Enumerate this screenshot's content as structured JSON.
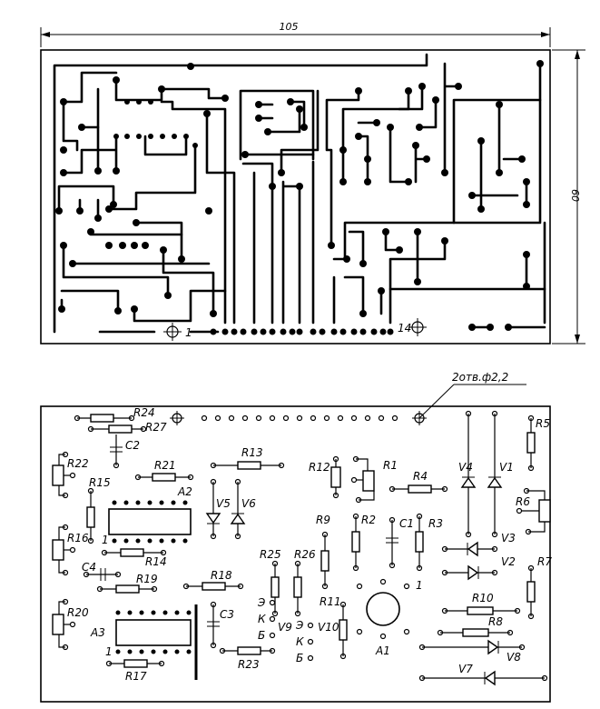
{
  "board": {
    "width_dim": "105",
    "height_dim": "60",
    "pin_first": "1",
    "pin_last": "14"
  },
  "holes_note": "2отв.ф2,2",
  "labels": {
    "R1": "R1",
    "R2": "R2",
    "R3": "R3",
    "R4": "R4",
    "R5": "R5",
    "R6": "R6",
    "R7": "R7",
    "R8": "R8",
    "R9": "R9",
    "R10": "R10",
    "R11": "R11",
    "R12": "R12",
    "R13": "R13",
    "R14": "R14",
    "R15": "R15",
    "R16": "R16",
    "R17": "R17",
    "R18": "R18",
    "R19": "R19",
    "R20": "R20",
    "R21": "R21",
    "R22": "R22",
    "R23": "R23",
    "R24": "R24",
    "R25": "R25",
    "R26": "R26",
    "R27": "R27",
    "C1": "C1",
    "C2": "C2",
    "C3": "C3",
    "C4": "C4",
    "A1": "A1",
    "A2": "A2",
    "A3": "A3",
    "V1": "V1",
    "V2": "V2",
    "V3": "V3",
    "V4": "V4",
    "V5": "V5",
    "V6": "V6",
    "V7": "V7",
    "V8": "V8",
    "V9": "V9",
    "V10": "V10"
  },
  "transistor_pins": {
    "e": "Э",
    "k": "К",
    "b": "Б"
  },
  "ic_pin": "1",
  "a1_pin": "1"
}
